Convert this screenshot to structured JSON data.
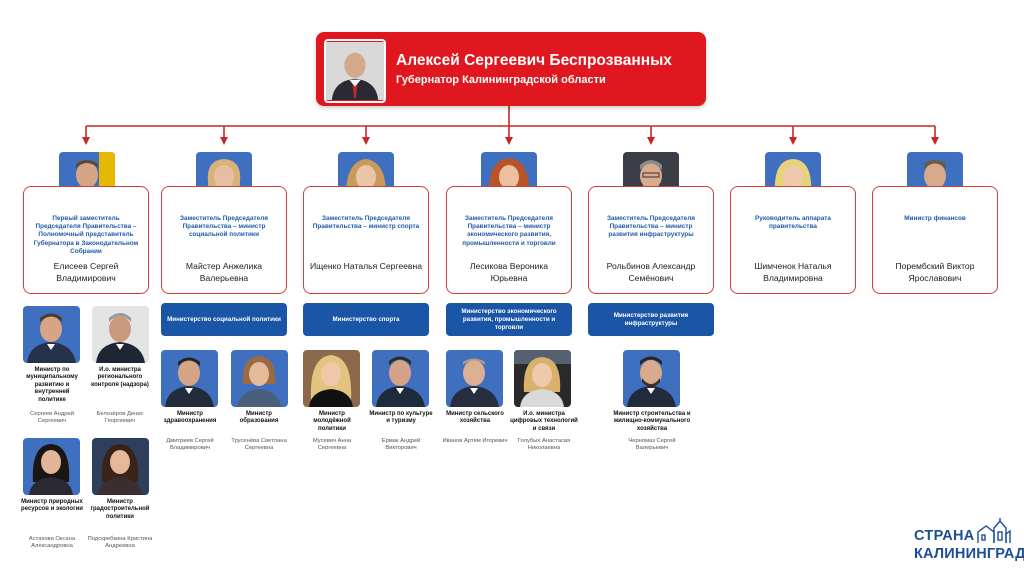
{
  "colors": {
    "red": "#e1171f",
    "blue": "#1a55a6",
    "card_border": "#d63d3d",
    "connector": "#c62828",
    "photo_bg_blue": "#3f6fbf",
    "photo_bg_dark": "#2e3f5c"
  },
  "governor": {
    "name": "Алексей Сергеевич Беспрозванных",
    "title": "Губернатор Калининградской области"
  },
  "deputies": [
    {
      "position": "Первый заместитель Председателя Правительства – Полномочный представитель Губернатора в Законодательном Собрании",
      "name": "Елисеев Сергей Владимирович",
      "photo_icon": "person-portrait-icon"
    },
    {
      "position": "Заместитель Председателя Правительства – министр социальной политики",
      "name": "Майстер Анжелика Валерьевна",
      "photo_icon": "person-portrait-icon"
    },
    {
      "position": "Заместитель Председателя Правительства – министр спорта",
      "name": "Ищенко Наталья Сергеевна",
      "photo_icon": "person-portrait-icon"
    },
    {
      "position": "Заместитель Председателя Правительства – министр экономического развития, промышленности и торговли",
      "name": "Лесикова Вероника Юрьевна",
      "photo_icon": "person-portrait-icon"
    },
    {
      "position": "Заместитель Председателя Правительства – министр развития инфраструктуры",
      "name": "Рольбинов Александр Семёнович",
      "photo_icon": "person-portrait-icon"
    },
    {
      "position": "Руководитель аппарата правительства",
      "name": "Шимченок Наталья Владимировна",
      "photo_icon": "person-portrait-icon"
    },
    {
      "position": "Министр финансов",
      "name": "Порембский Виктор Ярославович",
      "photo_icon": "person-portrait-icon"
    }
  ],
  "ministries": [
    {
      "label": "Министерство социальной политики"
    },
    {
      "label": "Министерство спорта"
    },
    {
      "label": "Министерство экономического развития, промышленности и торговли"
    },
    {
      "label": "Министерство развития инфраструктуры"
    }
  ],
  "ministers": [
    {
      "position": "Министр по муниципальному развитию и внутренней политике",
      "name": "Сергеев Андрей Сергеевич"
    },
    {
      "position": "И.о. министра регионального контроля (надзора)",
      "name": "Белозёров Денис Георгиевич"
    },
    {
      "position": "Министр природных ресурсов и экологии",
      "name": "Астахова Оксана Александровна"
    },
    {
      "position": "Министр градостроительной политики",
      "name": "Подскребкина Кристина Андреевна"
    },
    {
      "position": "Министр здравоохранения",
      "name": "Дмитриев Сергей Владимирович"
    },
    {
      "position": "Министр образования",
      "name": "Трусенёва Светлана Сергеевна"
    },
    {
      "position": "Министр молодёжной политики",
      "name": "Мусевич Анна Сергеевна"
    },
    {
      "position": "Министр по культуре и туризму",
      "name": "Ермак Андрей Викторович"
    },
    {
      "position": "Министр сельского хозяйства",
      "name": "Иванов Артём Игоревич"
    },
    {
      "position": "И.о. министра цифровых технологий и связи",
      "name": "Голубых Анастасия Николаевна"
    },
    {
      "position": "Министр строительства и жилищно-коммунального хозяйства",
      "name": "Черномаз Сергей Валерьевич"
    }
  ],
  "logo": {
    "line1": "СТРАНА",
    "line2": "КАЛИНИНГРАД"
  }
}
